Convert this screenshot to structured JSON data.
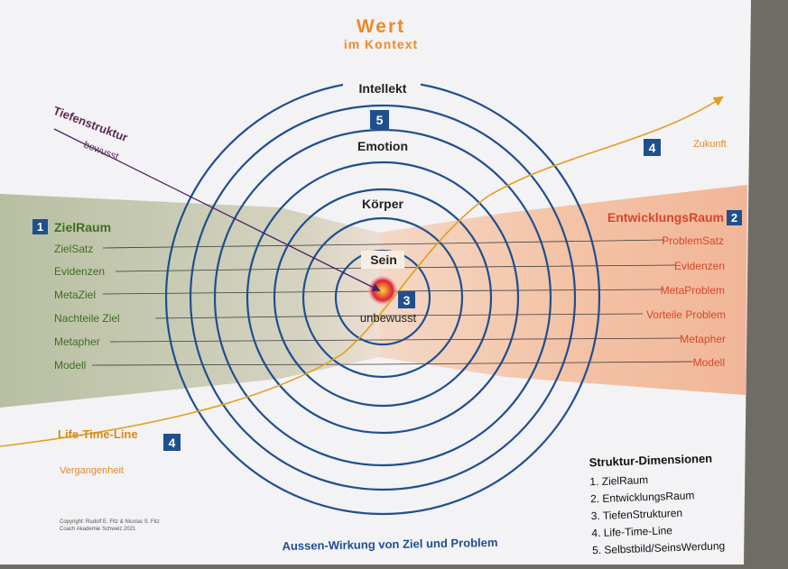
{
  "title": {
    "line1": "Wert",
    "line2": "im Kontext"
  },
  "circles": {
    "intellekt": "Intellekt",
    "emotion": "Emotion",
    "koerper": "Körper",
    "sein": "Sein",
    "unbewusst": "unbewusst"
  },
  "badges": {
    "five": "5",
    "three": "3",
    "one": "1",
    "two": "2",
    "four_left": "4",
    "four_right": "4"
  },
  "tiefen": {
    "label": "Tiefenstruktur",
    "sub": "bewusst"
  },
  "zukunft": "Zukunft",
  "left": {
    "title": "ZielRaum",
    "items": [
      "ZielSatz",
      "Evidenzen",
      "MetaZiel",
      "Nachteile Ziel",
      "Metapher",
      "Modell"
    ]
  },
  "right": {
    "title": "EntwicklungsRaum",
    "items": [
      "ProblemSatz",
      "Evidenzen",
      "MetaProblem",
      "Vorteile Problem",
      "Metapher",
      "Modell"
    ]
  },
  "lifetime": {
    "label": "Life-Time-Line",
    "past": "Vergangenheit"
  },
  "legend": {
    "title": "Struktur-Dimensionen",
    "items": [
      "1. ZielRaum",
      "2. EntwicklungsRaum",
      "3. TiefenStrukturen",
      "4. Life-Time-Line",
      "5. Selbstbild/SeinsWerdung"
    ]
  },
  "copyright": {
    "line1": "Copyright: Rudolf E. Fitz & Nicolas S. Fitz",
    "line2": "Coach Akademie Schweiz 2021"
  },
  "footer": "Aussen-Wirkung von Ziel und Problem",
  "colors": {
    "blue": "#1f4f8f",
    "green": "#4a7a2a",
    "orange": "#e07a1c",
    "red": "#d8452a",
    "purple": "#6a2a5a",
    "gold": "#e0a020"
  }
}
